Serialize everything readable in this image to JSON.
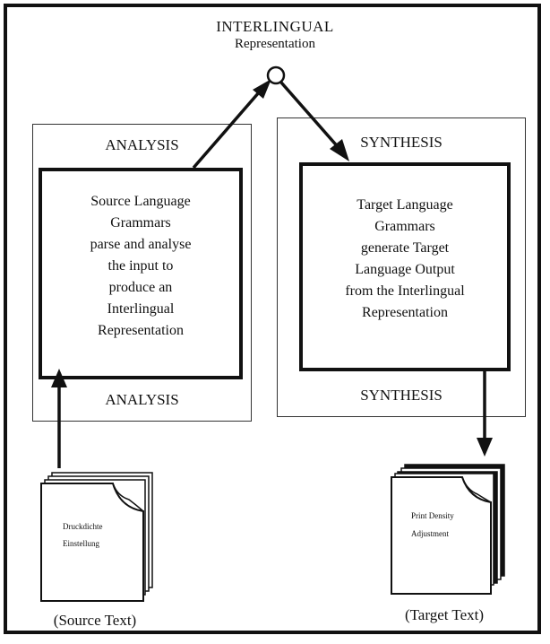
{
  "interlingual": {
    "title": "INTERLINGUAL",
    "subtitle": "Representation"
  },
  "analysis": {
    "top_label": "ANALYSIS",
    "bottom_label": "ANALYSIS",
    "lines": [
      "Source Language",
      "Grammars",
      "parse and analyse",
      "the input to",
      "produce an",
      "Interlingual",
      "Representation"
    ]
  },
  "synthesis": {
    "top_label": "SYNTHESIS",
    "bottom_label": "SYNTHESIS",
    "lines": [
      "Target Language",
      "Grammars",
      "generate Target",
      "Language Output",
      "from the Interlingual",
      "Representation"
    ]
  },
  "source_doc": {
    "line1": "Druckdichte",
    "line2": "Einstellung",
    "caption": "(Source Text)"
  },
  "target_doc": {
    "line1": "Print Density",
    "line2": "Adjustment",
    "caption": "(Target Text)"
  }
}
